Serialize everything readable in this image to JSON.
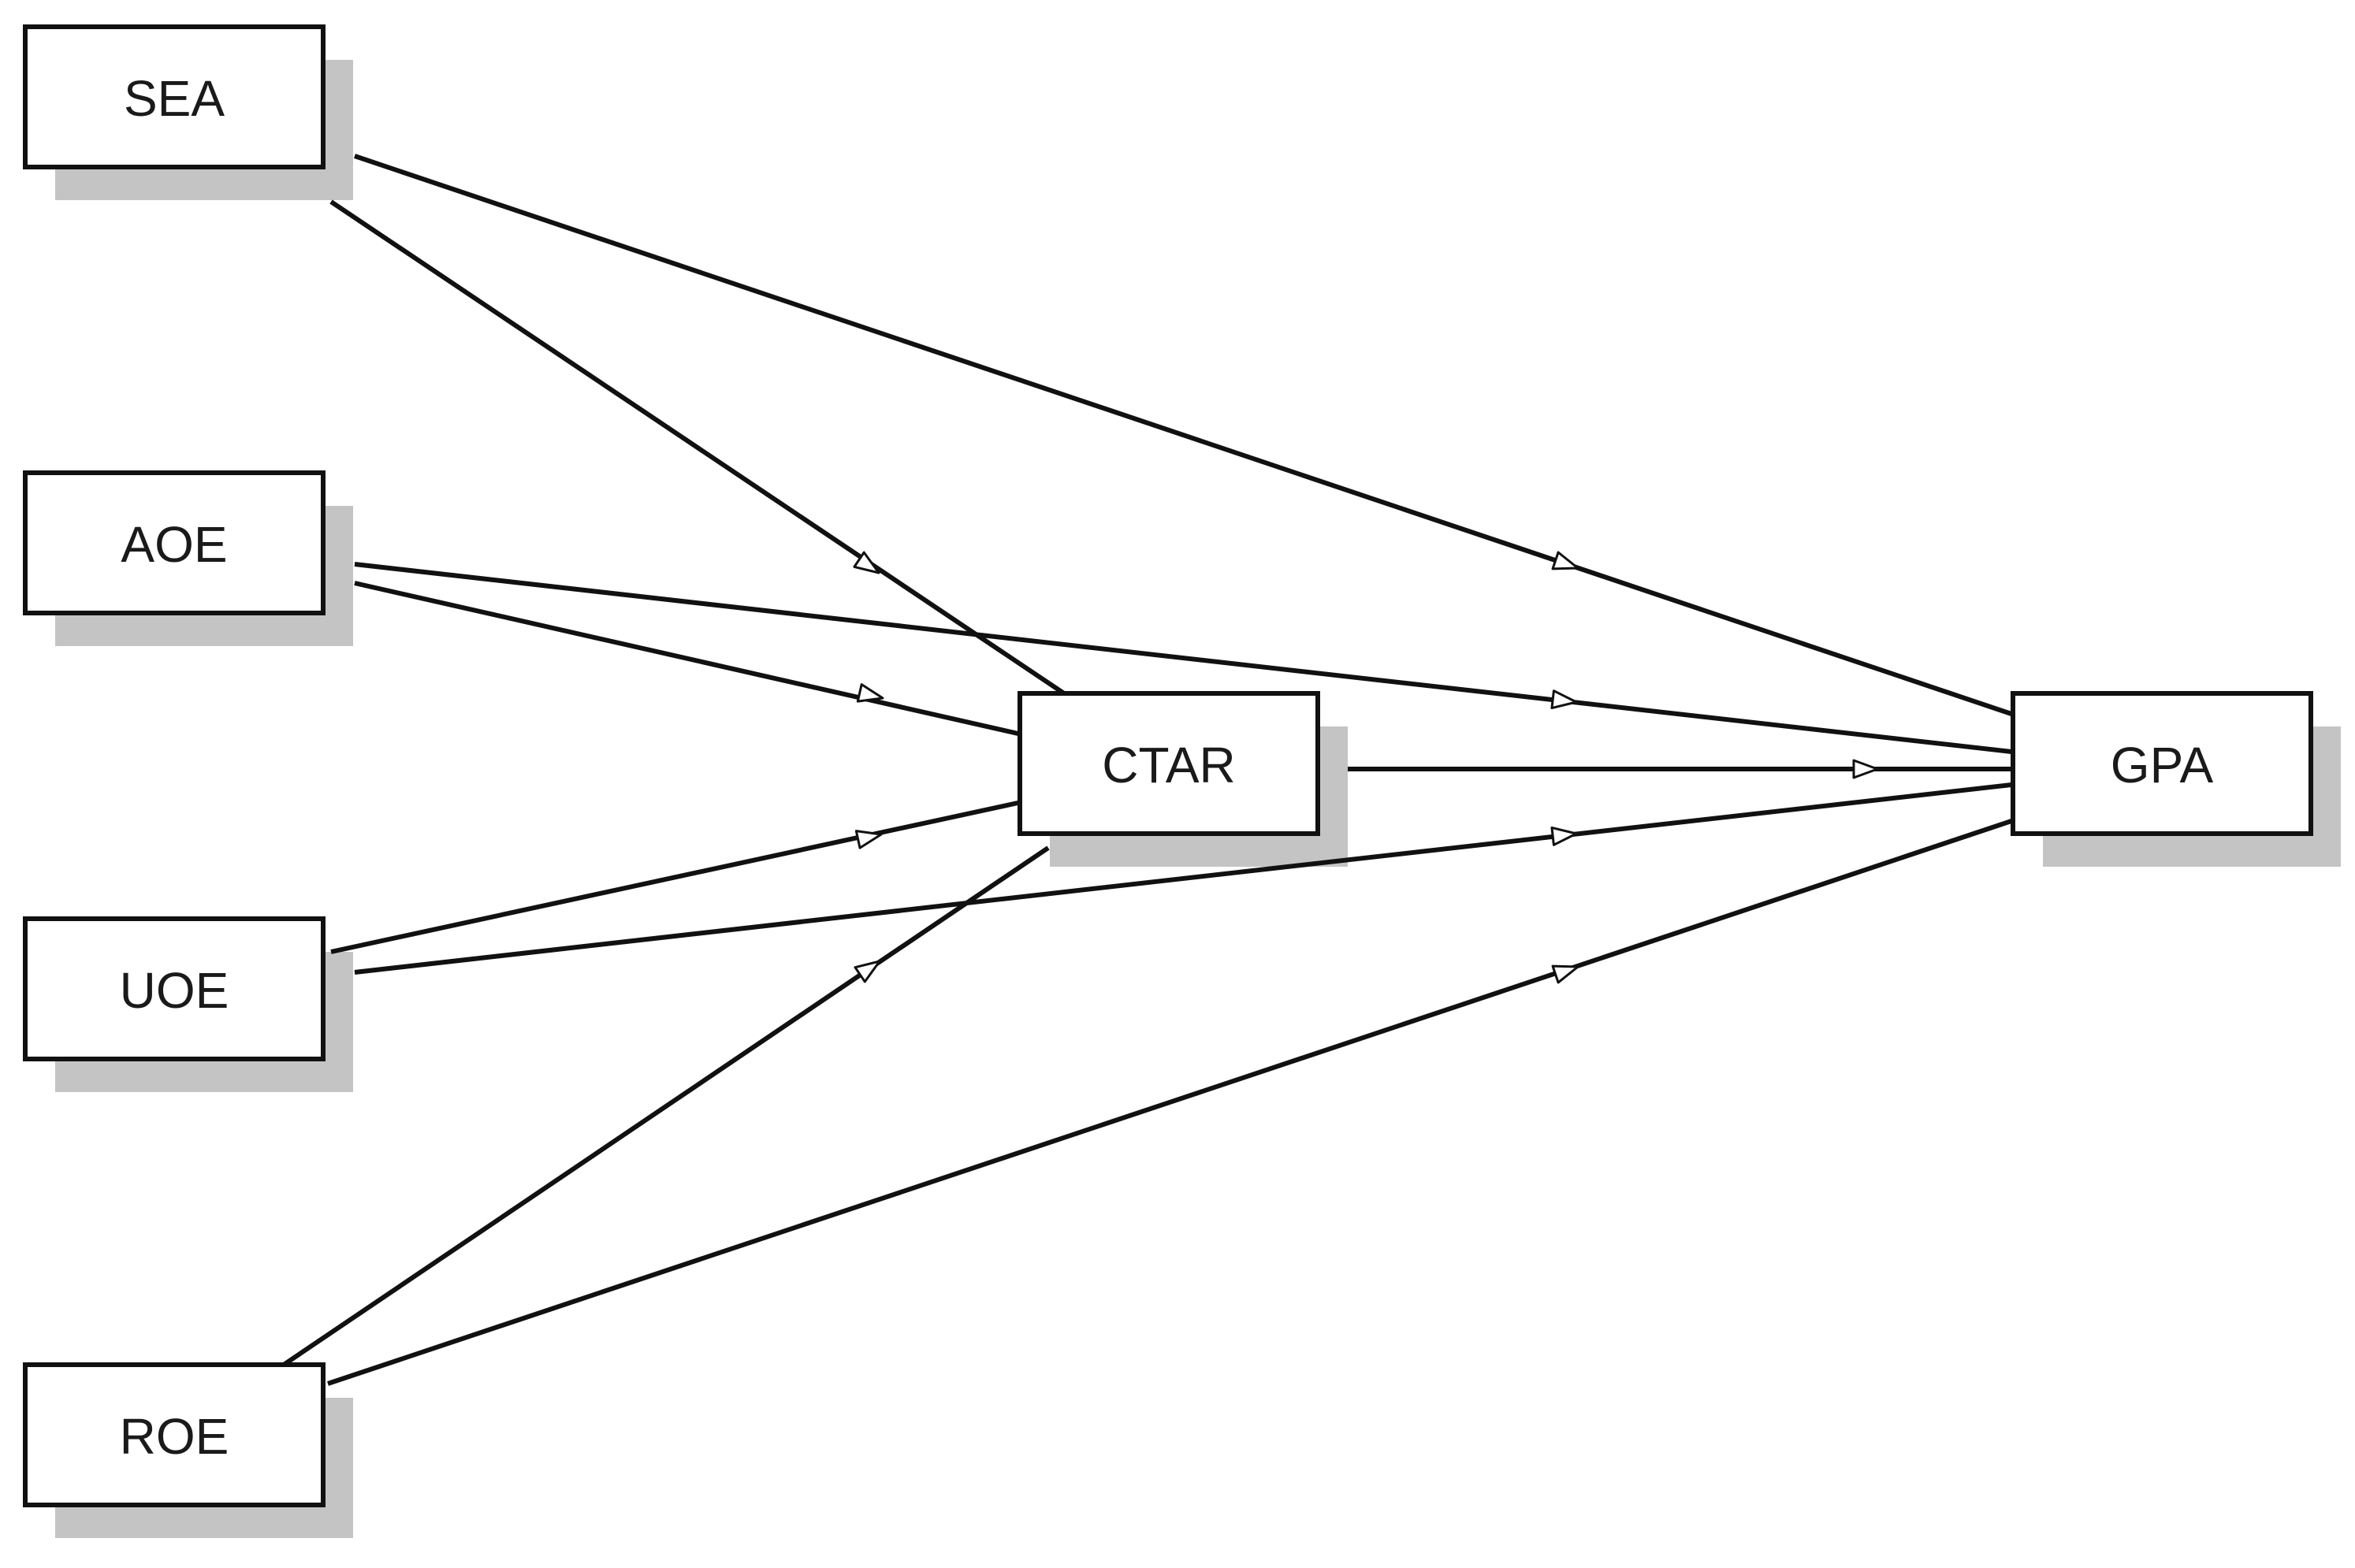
{
  "diagram": {
    "colors": {
      "line": "#111111",
      "box_border": "#111111",
      "box_fill": "#ffffff",
      "shadow": "#c4c4c4",
      "arrow_fill": "#ffffff",
      "text": "#1a1a1a"
    },
    "nodes": [
      {
        "id": "SEA",
        "label": "SEA"
      },
      {
        "id": "AOE",
        "label": "AOE"
      },
      {
        "id": "UOE",
        "label": "UOE"
      },
      {
        "id": "ROE",
        "label": "ROE"
      },
      {
        "id": "CTAR",
        "label": "CTAR"
      },
      {
        "id": "GPA",
        "label": "GPA"
      }
    ],
    "edges": [
      {
        "from": "SEA",
        "to": "CTAR"
      },
      {
        "from": "SEA",
        "to": "GPA"
      },
      {
        "from": "AOE",
        "to": "CTAR"
      },
      {
        "from": "AOE",
        "to": "GPA"
      },
      {
        "from": "UOE",
        "to": "CTAR"
      },
      {
        "from": "UOE",
        "to": "GPA"
      },
      {
        "from": "ROE",
        "to": "CTAR"
      },
      {
        "from": "ROE",
        "to": "GPA"
      },
      {
        "from": "CTAR",
        "to": "GPA"
      }
    ]
  }
}
